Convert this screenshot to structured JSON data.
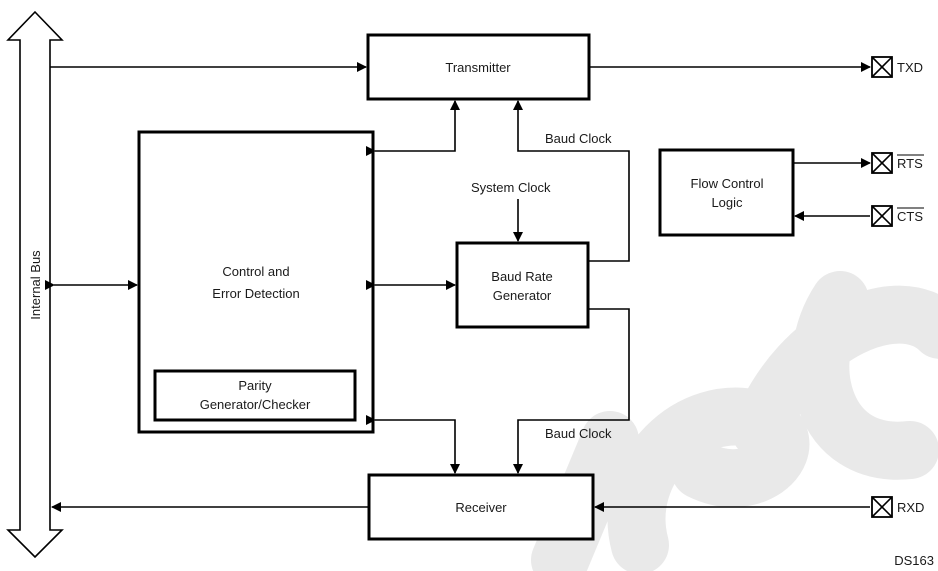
{
  "colors": {
    "ink": "#000000",
    "watermark": "#e9e9e9",
    "background": "#ffffff"
  },
  "bus": {
    "label": "Internal Bus"
  },
  "blocks": {
    "transmitter": "Transmitter",
    "receiver": "Receiver",
    "control_line1": "Control and",
    "control_line2": "Error Detection",
    "parity_line1": "Parity",
    "parity_line2": "Generator/Checker",
    "baud_line1": "Baud Rate",
    "baud_line2": "Generator",
    "flow_line1": "Flow Control",
    "flow_line2": "Logic"
  },
  "signals": {
    "baud_clock_top": "Baud Clock",
    "baud_clock_bottom": "Baud Clock",
    "system_clock": "System Clock"
  },
  "pins": {
    "txd": "TXD",
    "rts": "RTS",
    "cts": "CTS",
    "rxd": "RXD"
  },
  "footer": {
    "code": "DS163"
  }
}
